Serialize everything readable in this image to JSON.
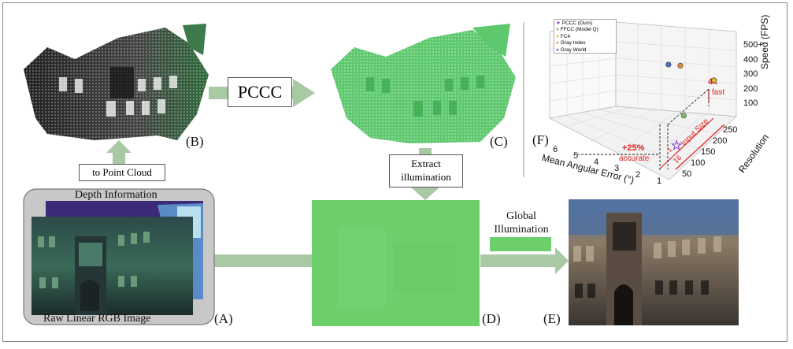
{
  "labels": {
    "A": "(A)",
    "B": "(B)",
    "C": "(C)",
    "D": "(D)",
    "E": "(E)",
    "F": "(F)"
  },
  "raw_image_caption": "Raw Linear RGB Image",
  "depth_caption": "Depth Information",
  "to_point_cloud": "to Point Cloud",
  "pccc_box": "PCCC",
  "extract_illum_line1": "Extract",
  "extract_illum_line2": "illumination",
  "global_illum_line1": "Global",
  "global_illum_line2": "Illumination",
  "colors": {
    "arrow": "#a9c9a4",
    "green_illum": "#6ccf6c",
    "photo_dark": "#2b3a3a"
  },
  "chart_data": {
    "type": "scatter",
    "title": "",
    "xlabel": "Mean Angular Error (°)",
    "ylabel": "Resolution",
    "zlabel": "Speed (FPS)",
    "x_ticks": [
      "6",
      "5",
      "4",
      "3",
      "2",
      "1"
    ],
    "y_ticks": [
      "50",
      "100",
      "150",
      "200",
      "250"
    ],
    "z_ticks": [
      "100",
      "200",
      "300",
      "400",
      "500+"
    ],
    "series": [
      {
        "name": "PCCC (Ours)",
        "marker": "star",
        "color": "#8a3fd1",
        "x": 1.5,
        "y": 64,
        "z": 80
      },
      {
        "name": "FFCC (Model Q)",
        "marker": "circle",
        "color": "#7cc25a",
        "x": 2.0,
        "y": 128,
        "z": 130
      },
      {
        "name": "FC4",
        "marker": "circle",
        "color": "#e6b820",
        "x": 2.2,
        "y": 256,
        "z": 140
      },
      {
        "name": "Gray Index",
        "marker": "circle",
        "color": "#e88a30",
        "x": 3.9,
        "y": 256,
        "z": 100
      },
      {
        "name": "Gray World",
        "marker": "circle",
        "color": "#4a6fd0",
        "x": 4.5,
        "y": 256,
        "z": 60
      }
    ],
    "annotations": [
      "4x",
      "fast",
      "+25%",
      "accurate",
      "1",
      "16",
      "Input Size"
    ]
  }
}
